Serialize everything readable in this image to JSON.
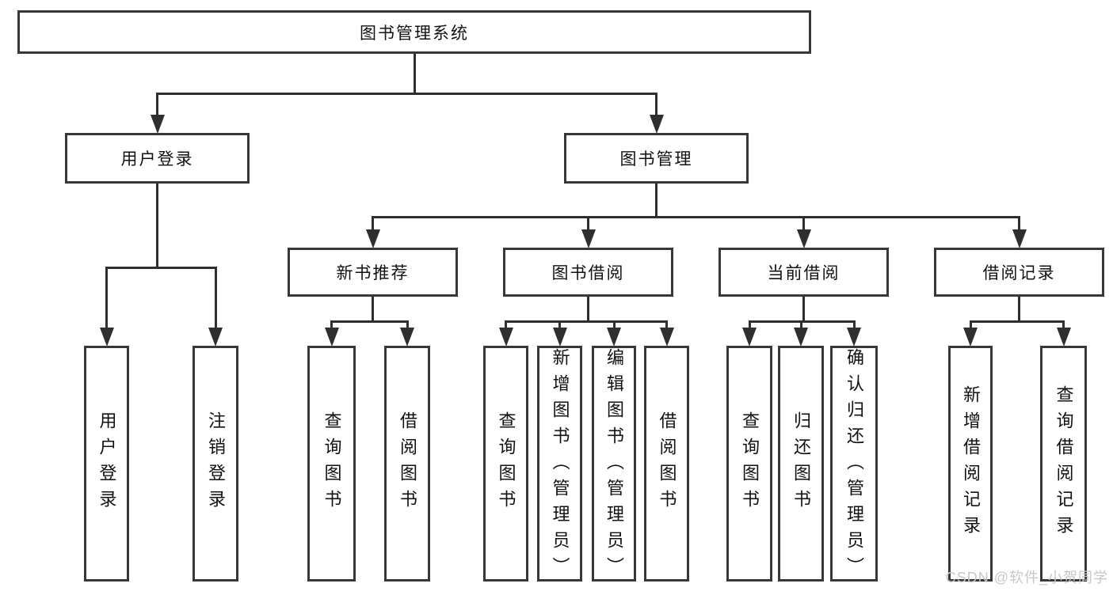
{
  "colors": {
    "line": "#2f2f2f",
    "box_border": "#383838",
    "box_fill": "#ffffff",
    "text": "#111111",
    "watermark": "#c8c8c8"
  },
  "watermark": {
    "text": "CSDN @软件_小贺同学"
  },
  "diagram": {
    "title": "图书管理系统",
    "nodes": [
      {
        "id": "root",
        "label": "图书管理系统",
        "parent": null
      },
      {
        "id": "user-login",
        "label": "用户登录",
        "parent": "root"
      },
      {
        "id": "book-mgmt",
        "label": "图书管理",
        "parent": "root"
      },
      {
        "id": "login",
        "label": "用户登录",
        "parent": "user-login"
      },
      {
        "id": "logout",
        "label": "注销登录",
        "parent": "user-login"
      },
      {
        "id": "new-book-rec",
        "label": "新书推荐",
        "parent": "book-mgmt"
      },
      {
        "id": "book-borrow",
        "label": "图书借阅",
        "parent": "book-mgmt"
      },
      {
        "id": "current-borrow",
        "label": "当前借阅",
        "parent": "book-mgmt"
      },
      {
        "id": "borrow-records",
        "label": "借阅记录",
        "parent": "book-mgmt"
      },
      {
        "id": "rec-query-book",
        "label": "查询图书",
        "parent": "new-book-rec"
      },
      {
        "id": "rec-borrow-book",
        "label": "借阅图书",
        "parent": "new-book-rec"
      },
      {
        "id": "bb-query-book",
        "label": "查询图书",
        "parent": "book-borrow"
      },
      {
        "id": "bb-add-book",
        "label": "新增图书（管理员）",
        "parent": "book-borrow"
      },
      {
        "id": "bb-edit-book",
        "label": "编辑图书（管理员）",
        "parent": "book-borrow"
      },
      {
        "id": "bb-borrow-book",
        "label": "借阅图书",
        "parent": "book-borrow"
      },
      {
        "id": "cb-query-book",
        "label": "查询图书",
        "parent": "current-borrow"
      },
      {
        "id": "cb-return-book",
        "label": "归还图书",
        "parent": "current-borrow"
      },
      {
        "id": "cb-confirm-return",
        "label": "确认归还（管理员）",
        "parent": "current-borrow"
      },
      {
        "id": "br-add-record",
        "label": "新增借阅记录",
        "parent": "borrow-records"
      },
      {
        "id": "br-query-record",
        "label": "查询借阅记录",
        "parent": "borrow-records"
      }
    ]
  }
}
